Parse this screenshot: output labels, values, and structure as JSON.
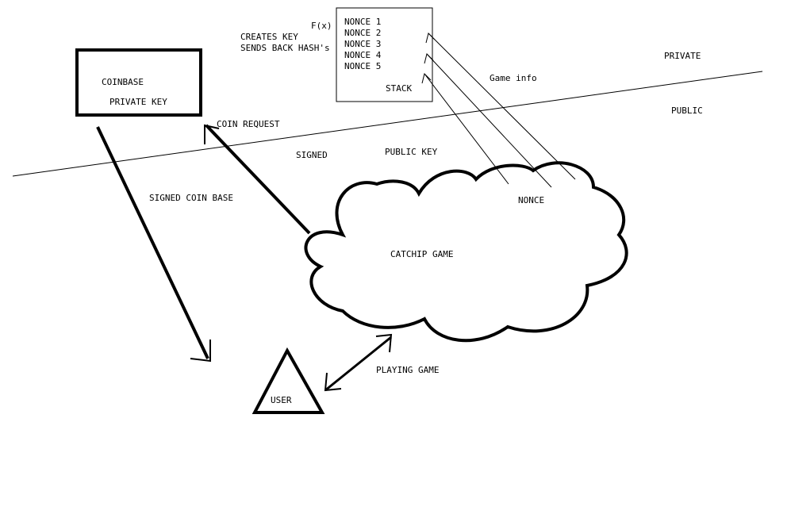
{
  "labels": {
    "fx": "F(x)",
    "creates_key": "CREATES KEY",
    "sends_back": "SENDS BACK HASH's",
    "nonce1": "NONCE 1",
    "nonce2": "NONCE 2",
    "nonce3": "NONCE 3",
    "nonce4": "NONCE 4",
    "nonce5": "NONCE 5",
    "stack": "STACK",
    "game_info": "Game info",
    "private": "PRIVATE",
    "public": "PUBLIC",
    "coinbase": "COINBASE",
    "private_key": "PRIVATE KEY",
    "coin_request": "COIN REQUEST",
    "signed": "SIGNED",
    "public_key": "PUBLIC KEY",
    "signed_coin_base": "SIGNED COIN BASE",
    "nonce": "NONCE",
    "catchip_game": "CATCHIP GAME",
    "playing_game": "PLAYING GAME",
    "user": "USER"
  }
}
